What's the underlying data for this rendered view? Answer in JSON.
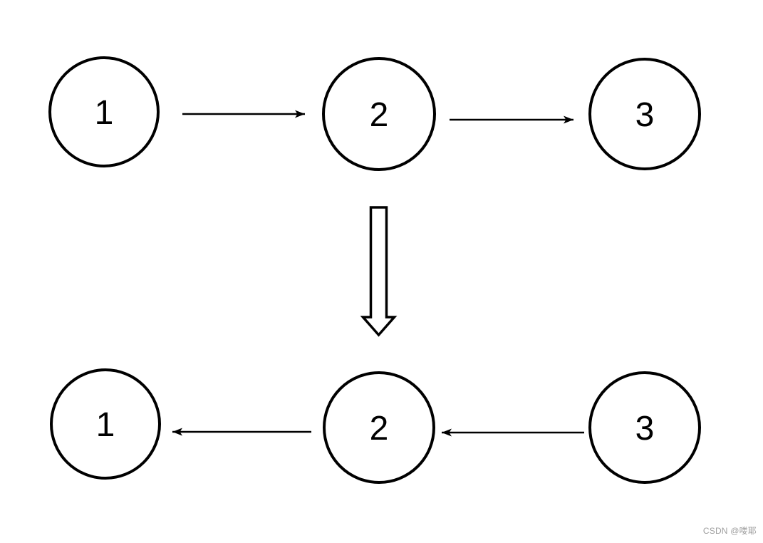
{
  "diagram": {
    "description_type": "linked-list-reversal",
    "top_row": {
      "arrow_direction": "right",
      "nodes": [
        {
          "label": "1"
        },
        {
          "label": "2"
        },
        {
          "label": "3"
        }
      ]
    },
    "transition_arrow": {
      "direction": "down",
      "style": "hollow-block-arrow"
    },
    "bottom_row": {
      "arrow_direction": "left",
      "nodes": [
        {
          "label": "1"
        },
        {
          "label": "2"
        },
        {
          "label": "3"
        }
      ]
    }
  },
  "watermark": {
    "text": "CSDN @喽耶"
  },
  "colors": {
    "background": "#ffffff",
    "stroke": "#000000",
    "node_fill": "#ffffff",
    "watermark": "#9e9e9e"
  }
}
